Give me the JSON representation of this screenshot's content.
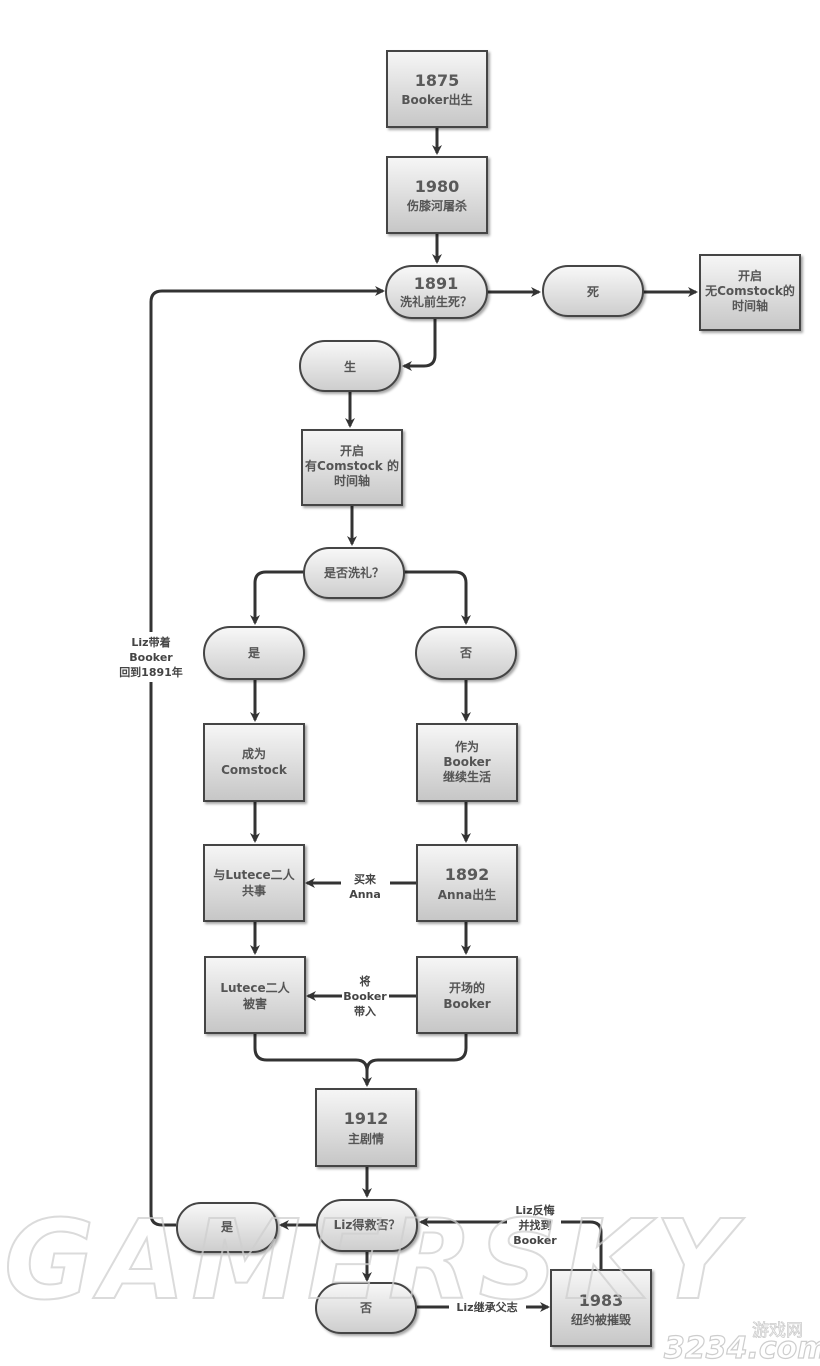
{
  "nodes": {
    "n1875": {
      "year": "1875",
      "lines": [
        "Booker出生"
      ]
    },
    "n1980": {
      "year": "1980",
      "lines": [
        "伤膝河屠杀"
      ]
    },
    "n1891": {
      "year": "1891",
      "lines": [
        "洗礼前生死？"
      ]
    },
    "dead": {
      "lines": [
        "死"
      ]
    },
    "no_comstock": {
      "lines": [
        "开启",
        "无Comstock的",
        "时间轴"
      ]
    },
    "alive": {
      "lines": [
        "生"
      ]
    },
    "with_comstock": {
      "lines": [
        "开启",
        "有Comstock 的",
        "时间轴"
      ]
    },
    "baptized_q": {
      "lines": [
        "是否洗礼？"
      ]
    },
    "yes1": {
      "lines": [
        "是"
      ]
    },
    "no1": {
      "lines": [
        "否"
      ]
    },
    "become_comstock": {
      "lines": [
        "成为",
        "Comstock"
      ]
    },
    "as_booker": {
      "lines": [
        "作为",
        "Booker",
        "继续生活"
      ]
    },
    "with_lutece": {
      "lines": [
        "与Lutece二人",
        "共事"
      ]
    },
    "n1892": {
      "year": "1892",
      "lines": [
        "Anna出生"
      ]
    },
    "lutece_killed": {
      "lines": [
        "Lutece二人",
        "被害"
      ]
    },
    "opening_booker": {
      "lines": [
        "开场的",
        "Booker"
      ]
    },
    "n1912": {
      "year": "1912",
      "lines": [
        "主剧情"
      ]
    },
    "liz_saved_q": {
      "lines": [
        "Liz得救否？"
      ]
    },
    "yes2": {
      "lines": [
        "是"
      ]
    },
    "no2": {
      "lines": [
        "否"
      ]
    },
    "n1983": {
      "year": "1983",
      "lines": [
        "纽约被摧毁"
      ]
    }
  },
  "edges": {
    "buy_anna": [
      "买来",
      "Anna"
    ],
    "bring_booker": [
      "将",
      "Booker",
      "带入"
    ],
    "liz_back": [
      "Liz带着",
      "Booker",
      "回到1891年"
    ],
    "liz_regret": [
      "Liz反悔",
      "并找到",
      "Booker"
    ],
    "liz_inherit": [
      "Liz继承父志"
    ]
  },
  "watermark": {
    "main": "GAMERSKY",
    "site": "3234.com",
    "site_cn": "游戏网"
  },
  "colors": {
    "box_top": "#f4f4f4",
    "box_bottom": "#c9c9c9",
    "border": "#444444",
    "connector": "#333333",
    "text": "#555555"
  }
}
